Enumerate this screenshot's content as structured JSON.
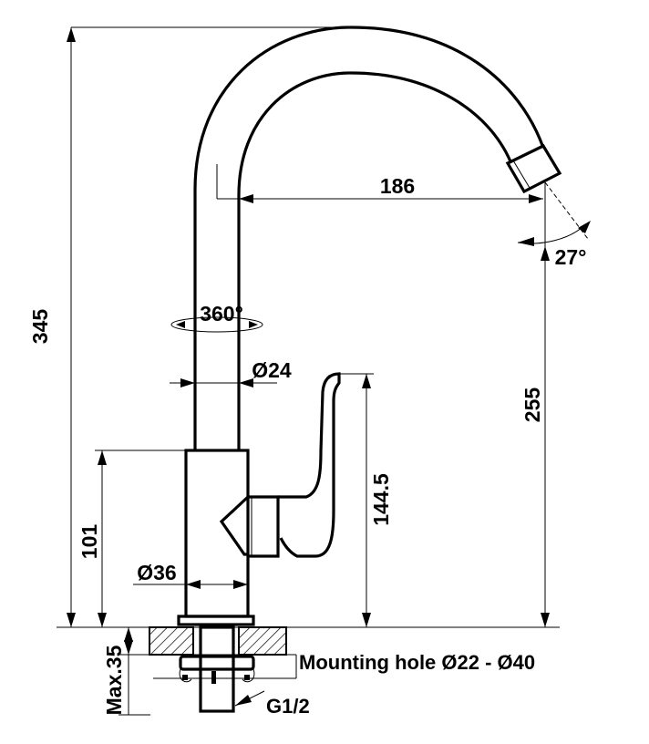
{
  "dimensions": {
    "overall_height": "345",
    "spout_reach": "186",
    "spout_angle": "27°",
    "rotation": "360°",
    "pipe_diameter": "Ø24",
    "spout_height": "255",
    "lever_height": "144.5",
    "body_height": "101",
    "body_diameter": "Ø36",
    "max_thickness": "Max.35"
  },
  "notes": {
    "mounting_hole": "Mounting hole Ø22 - Ø40",
    "thread": "G1/2"
  }
}
